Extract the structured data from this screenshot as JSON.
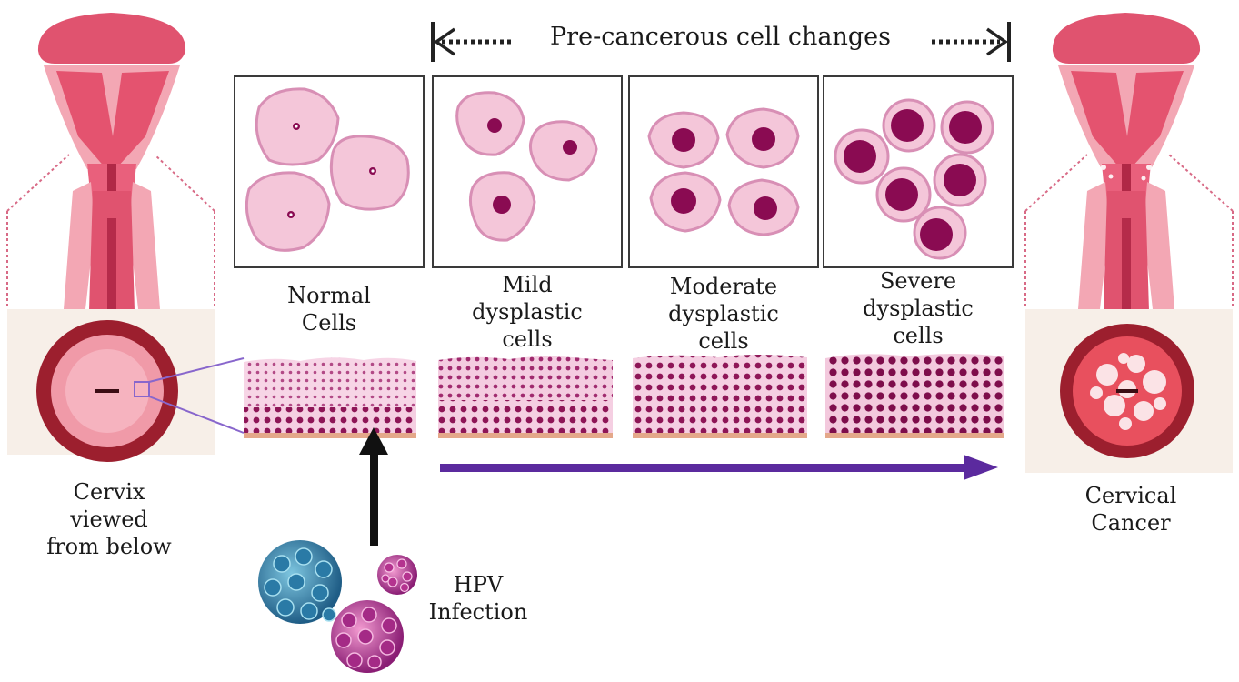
{
  "header": {
    "label": "Pre-cancerous cell changes"
  },
  "stages": [
    {
      "label": "Normal\nCells"
    },
    {
      "label": "Mild\ndysplastic\ncells"
    },
    {
      "label": "Moderate\ndysplastic\ncells"
    },
    {
      "label": "Severe\ndysplastic\ncells"
    }
  ],
  "left": {
    "label": "Cervix\nviewed\nfrom below"
  },
  "right": {
    "label": "Cervical\nCancer"
  },
  "hpv": {
    "label": "HPV\nInfection"
  },
  "colors": {
    "box_border": "#3a3a3a",
    "cell_fill": "#f4c6d9",
    "cell_edge": "#d88fb5",
    "nucleus": "#8a0b52",
    "tissue_dot": "#a2236e",
    "basement": "#e4a88a",
    "progress_arrow": "#5b2a9e",
    "uterus": "#e0536f",
    "cervix_ring": "#9c1f2e"
  }
}
